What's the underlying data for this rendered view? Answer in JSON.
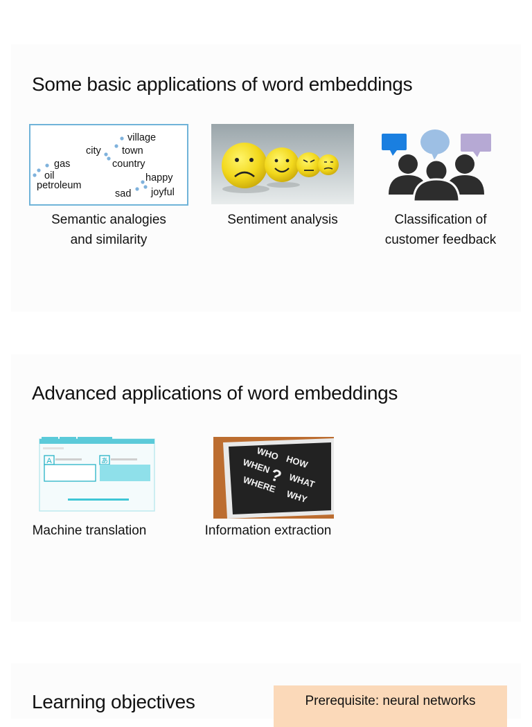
{
  "sections": [
    {
      "title": "Some basic applications of word embeddings",
      "cards": [
        {
          "caption": "Semantic analogies\nand similarity",
          "words": [
            "village",
            "city",
            "town",
            "gas",
            "country",
            "oil",
            "petroleum",
            "happy",
            "sad",
            "joyful"
          ]
        },
        {
          "caption": "Sentiment analysis"
        },
        {
          "caption": "Classification of\ncustomer feedback"
        }
      ]
    },
    {
      "title": "Advanced applications of word embeddings",
      "cards": [
        {
          "caption": "Machine translation",
          "glyphs": [
            "A",
            "あ"
          ]
        },
        {
          "caption": "Information extraction",
          "words": [
            "WHO",
            "HOW",
            "WHEN",
            "WHAT",
            "WHERE",
            "WHY",
            "?"
          ]
        }
      ]
    },
    {
      "title": "Learning objectives",
      "prerequisite": "Prerequisite: neural networks"
    }
  ],
  "colors": {
    "embedding_dot": "#7fb2dc",
    "embedding_border": "#6fb3d8",
    "smiley_yellow": "#f2d81c",
    "bubble_blue": "#1a7fe0",
    "bubble_lightblue": "#9dbfe4",
    "bubble_lavender": "#b6a9d4",
    "people_dark": "#2d2d2d",
    "mt_cyan": "#8fe0ea",
    "chalkboard": "#222222",
    "prereq_bg": "#fbd9b9"
  }
}
